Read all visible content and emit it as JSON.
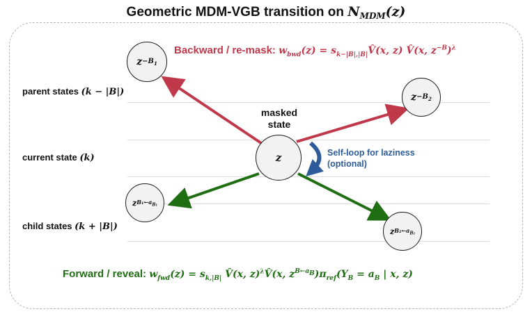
{
  "title": {
    "text": "Geometric MDM-VGB transition on ",
    "math": "N",
    "math_sub": "MDM",
    "math_arg": "(z)"
  },
  "rows": {
    "parent": {
      "label": "parent states ",
      "math": "(k − |B|)"
    },
    "current": {
      "label": "current state ",
      "math": "(k)"
    },
    "child": {
      "label": "child states ",
      "math": "(k + |B|)"
    }
  },
  "nodes": {
    "center": {
      "base": "z"
    },
    "parent1": {
      "base": "z",
      "sup": "−B",
      "sup_sub": "1"
    },
    "parent2": {
      "base": "z",
      "sup": "−B",
      "sup_sub": "2"
    },
    "child1": {
      "base": "z",
      "sup": "B₁←a",
      "sup_sub": "B₁"
    },
    "child2": {
      "base": "z",
      "sup": "B₂←a",
      "sup_sub": "B₂"
    }
  },
  "center_caption": {
    "line1": "masked",
    "line2": "state"
  },
  "backward": {
    "label": "Backward / re-mask: ",
    "equation": "w_bwd(z) =  s_{k−|B|,|B|} V̂(x, z) V̂(x, z^{−B})^λ",
    "w": "w",
    "w_sub": "bwd",
    "lhs_rest": "(z) =  ",
    "s": "s",
    "s_sub": "k−|B|,|B|",
    "rhs_mid": "V̂(x, z) V̂(x, z",
    "z_sup": "−B",
    "close": ")",
    "power": "λ"
  },
  "forward": {
    "label": "Forward / reveal: ",
    "w": "w",
    "w_sub": "fwd",
    "lhs_rest": "(z) = ",
    "s": "s",
    "s_sub": "k,|B|",
    "rhs_mid": " V̂(x, z)",
    "power": "λ",
    "rhs_mid2": "V̂(x, z",
    "z_sup": "B←a",
    "z_sup_sub": "B",
    "rhs_end": ")π",
    "pi_sub": "ref",
    "rhs_tail": "(Y",
    "y_sub": "B",
    "rhs_final": " = a",
    "a_sub": "B",
    "rhs_last": " | x, z)"
  },
  "self_loop": {
    "line1": "Self-loop for laziness",
    "line2": "(optional)"
  },
  "colors": {
    "backward": "#c0394b",
    "forward": "#1f6e12",
    "self_loop": "#2e5c9a",
    "frame": "#b5b5b5"
  }
}
